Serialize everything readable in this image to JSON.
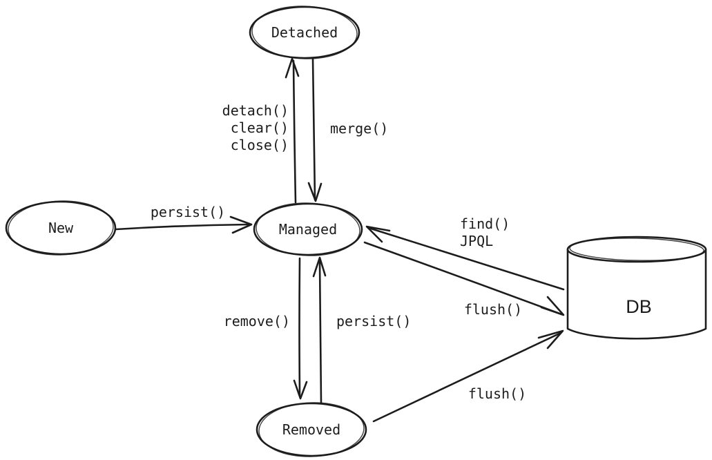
{
  "canvas": {
    "background_color": "#ffffff",
    "stroke_color": "#1c1c1c"
  },
  "nodes": {
    "new": {
      "label": "New",
      "shape": "ellipse"
    },
    "detached": {
      "label": "Detached",
      "shape": "ellipse"
    },
    "managed": {
      "label": "Managed",
      "shape": "ellipse"
    },
    "removed": {
      "label": "Removed",
      "shape": "ellipse"
    },
    "db": {
      "label": "DB",
      "shape": "cylinder"
    }
  },
  "edges": {
    "new_to_managed": {
      "from": "New",
      "to": "Managed",
      "labels": [
        "persist()"
      ]
    },
    "managed_to_detached": {
      "from": "Managed",
      "to": "Detached",
      "labels": [
        "detach()",
        "clear()",
        "close()"
      ]
    },
    "detached_to_managed": {
      "from": "Detached",
      "to": "Managed",
      "labels": [
        "merge()"
      ]
    },
    "managed_to_removed": {
      "from": "Managed",
      "to": "Removed",
      "labels": [
        "remove()"
      ]
    },
    "removed_to_managed": {
      "from": "Removed",
      "to": "Managed",
      "labels": [
        "persist()"
      ]
    },
    "db_to_managed": {
      "from": "DB",
      "to": "Managed",
      "labels": [
        "find()",
        "JPQL"
      ]
    },
    "managed_to_db": {
      "from": "Managed",
      "to": "DB",
      "labels": [
        "flush()"
      ]
    },
    "removed_to_db": {
      "from": "Removed",
      "to": "DB",
      "labels": [
        "flush()"
      ]
    }
  }
}
